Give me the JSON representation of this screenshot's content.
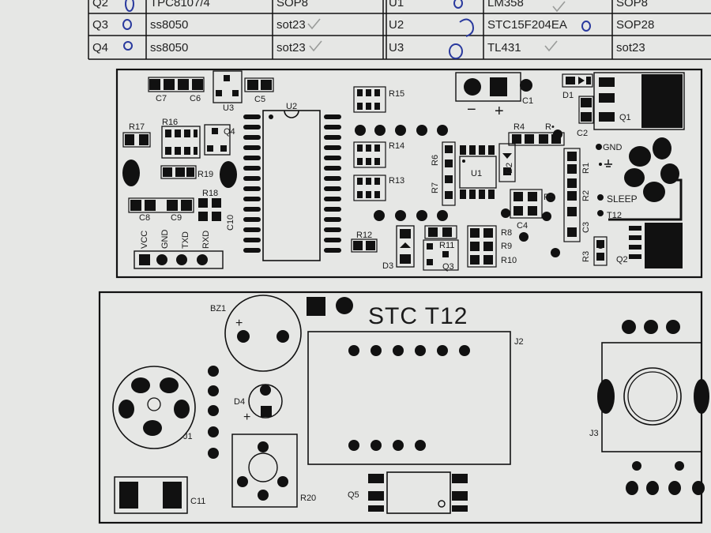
{
  "bom_table": {
    "rows": [
      {
        "ref": "Q2",
        "part": "TPC8107/4",
        "package": "SOP8",
        "ref2": "U1",
        "part2": "LM358",
        "package2": "SOP8"
      },
      {
        "ref": "Q3",
        "part": "ss8050",
        "package": "sot23",
        "ref2": "U2",
        "part2": "STC15F204EA",
        "package2": "SOP28"
      },
      {
        "ref": "Q4",
        "part": "ss8050",
        "package": "sot23",
        "ref2": "U3",
        "part2": "TL431",
        "package2": "sot23"
      }
    ]
  },
  "pcb_top": {
    "labels": {
      "c7": "C7",
      "c6": "C6",
      "u3": "U3",
      "c5": "C5",
      "u2": "U2",
      "r15": "R15",
      "r14": "R14",
      "r13": "R13",
      "r6": "R6",
      "r7": "R7",
      "u1": "U1",
      "d2": "D2",
      "minus": "−",
      "plus": "+",
      "c1": "C1",
      "d1": "D1",
      "q1": "Q1",
      "c2": "C2",
      "r4": "R4",
      "r_dot": "R•",
      "gnd_pad": "GND",
      "r1": "R1",
      "r2": "R2",
      "r5": "R5",
      "sleep": "SLEEP",
      "t12": "T12",
      "c3": "C3",
      "c4": "C4",
      "r3": "R3",
      "q2": "Q2",
      "r17": "R17",
      "r16": "R16",
      "q4": "Q4",
      "r19": "R19",
      "r18": "R18",
      "c8": "C8",
      "c9": "C9",
      "c10": "C10",
      "vcc": "VCC",
      "gnd": "GND",
      "txd": "TXD",
      "rxd": "RXD",
      "r12": "R12",
      "d3": "D3",
      "r11": "R11",
      "q3": "Q3",
      "r8": "R8",
      "r9": "R9",
      "r10": "R10"
    }
  },
  "pcb_bottom": {
    "title": "STC T12",
    "labels": {
      "bz1": "BZ1",
      "j1": "J1",
      "d4": "D4",
      "c11": "C11",
      "r20": "R20",
      "q5": "Q5",
      "j2": "J2",
      "j3": "J3",
      "plus1": "+",
      "plus2": "+"
    }
  },
  "colors": {
    "paper": "#e6e7e5",
    "ink": "#111111",
    "pen": "#2a3a9e"
  }
}
